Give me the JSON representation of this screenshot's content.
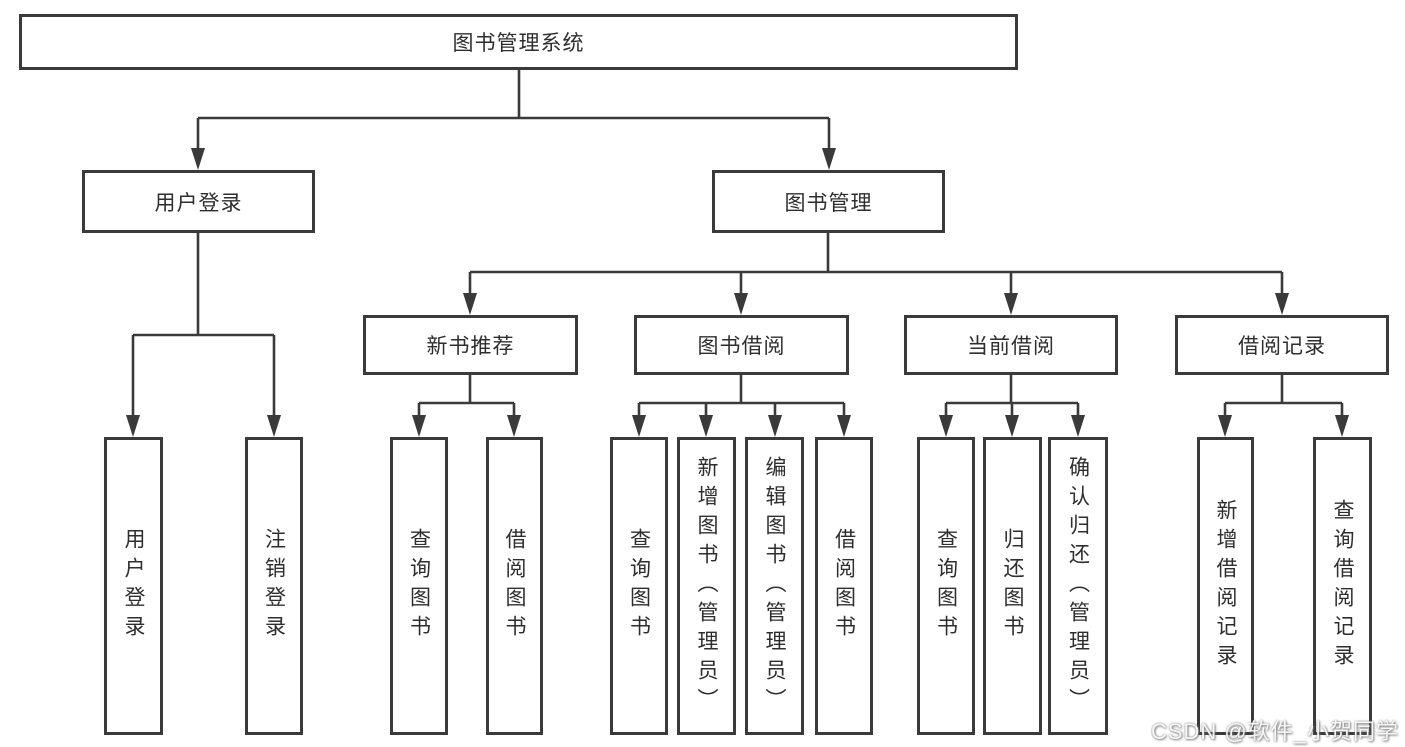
{
  "nodes": {
    "root": {
      "label": "图书管理系统"
    },
    "level2": [
      {
        "label": "用户登录"
      },
      {
        "label": "图书管理"
      }
    ],
    "level3": [
      {
        "label": "新书推荐",
        "parent": "图书管理"
      },
      {
        "label": "图书借阅",
        "parent": "图书管理"
      },
      {
        "label": "当前借阅",
        "parent": "图书管理"
      },
      {
        "label": "借阅记录",
        "parent": "图书管理"
      }
    ],
    "leaves": [
      {
        "label": "用户登录",
        "parent": "用户登录"
      },
      {
        "label": "注销登录",
        "parent": "用户登录"
      },
      {
        "label": "查询图书",
        "parent": "新书推荐"
      },
      {
        "label": "借阅图书",
        "parent": "新书推荐"
      },
      {
        "label": "查询图书",
        "parent": "图书借阅"
      },
      {
        "label": "新增图书（管理员）",
        "parent": "图书借阅"
      },
      {
        "label": "编辑图书（管理员）",
        "parent": "图书借阅"
      },
      {
        "label": "借阅图书",
        "parent": "图书借阅"
      },
      {
        "label": "查询图书",
        "parent": "当前借阅"
      },
      {
        "label": "归还图书",
        "parent": "当前借阅"
      },
      {
        "label": "确认归还（管理员）",
        "parent": "当前借阅"
      },
      {
        "label": "新增借阅记录",
        "parent": "借阅记录"
      },
      {
        "label": "查询借阅记录",
        "parent": "借阅记录"
      }
    ]
  },
  "watermark": {
    "text": "CSDN @软件_小贺同学"
  },
  "colors": {
    "line": "#3a3a3a",
    "text": "#2e2e2e",
    "box_bg": "#ffffff",
    "page_bg": "#ffffff"
  }
}
